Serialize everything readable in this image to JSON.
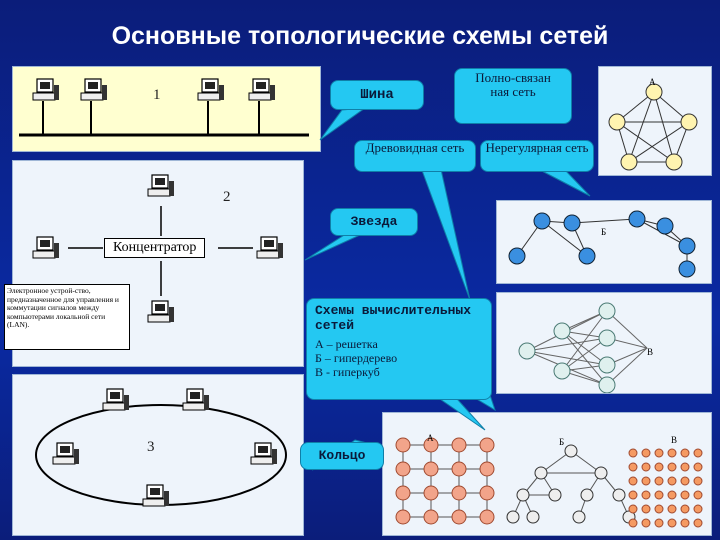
{
  "title": "Основные топологические схемы сетей",
  "topologies": {
    "bus": "Шина",
    "full_mesh": "Полно-связанная сеть",
    "tree": "Древовидная сеть",
    "irregular": "Нерегулярная сеть",
    "star": "Звезда",
    "ring": "Кольцо"
  },
  "computing_schemes": {
    "heading": "Схемы вычислительных сетей",
    "items": [
      "А – решетка",
      "Б – гипердерево",
      "В - гиперкуб"
    ]
  },
  "panel_numbers": {
    "one": "1",
    "two": "2",
    "three": "3"
  },
  "concentrator": "Концентратор",
  "concentrator_note": "Электронное устрой-ство, предназначенное для управления и коммутации сигналов между компьютерами локальной сети (LAN).",
  "graph_labels": {
    "a_top": "A",
    "b": "Б",
    "v": "В",
    "grid_a": "А",
    "grid_b": "Б",
    "grid_v": "В"
  },
  "colors": {
    "background": "#0b1d7a",
    "callout": "#24c8f2",
    "node_yellow": "#fff4b0",
    "node_blue": "#3a8fe0",
    "node_salmon": "#f2a48a"
  }
}
